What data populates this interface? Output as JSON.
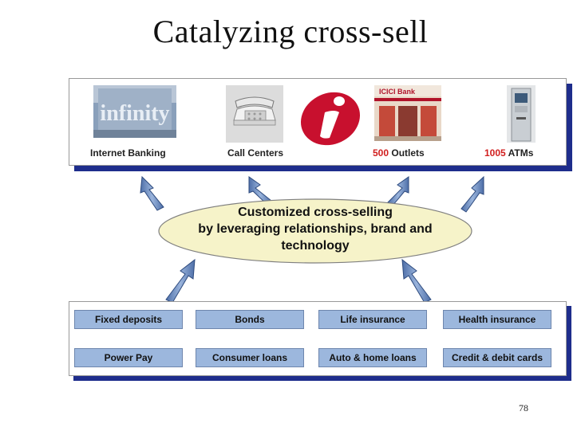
{
  "slide": {
    "title": "Catalyzing cross-sell",
    "page_number": "78"
  },
  "channels": [
    {
      "label": "Internet Banking",
      "number": "",
      "image": "infinity-logo"
    },
    {
      "label": "Call Centers",
      "number": "",
      "image": "telephone"
    },
    {
      "label": "",
      "number": "",
      "image": "icici-i-logo"
    },
    {
      "label": "Outlets",
      "number": "500",
      "image": "icici-bank-branch"
    },
    {
      "label": "ATMs",
      "number": "1005",
      "image": "atm-machine"
    }
  ],
  "center": {
    "line1": "Customized cross-selling",
    "line2": "by leveraging relationships, brand and",
    "line3": "technology"
  },
  "products": [
    {
      "label": "Fixed deposits"
    },
    {
      "label": "Bonds"
    },
    {
      "label": "Life insurance"
    },
    {
      "label": "Health insurance"
    },
    {
      "label": "Power Pay"
    },
    {
      "label": "Consumer loans"
    },
    {
      "label": "Auto & home loans"
    },
    {
      "label": "Credit & debit cards"
    }
  ],
  "colors": {
    "box_shadow": "#1e2d8c",
    "product_fill": "#9cb7dd",
    "ellipse_fill": "#f6f3c9",
    "arrow_fill": "#6d8fc2",
    "number_red": "#d11e1e",
    "logo_red": "#c8102e"
  }
}
